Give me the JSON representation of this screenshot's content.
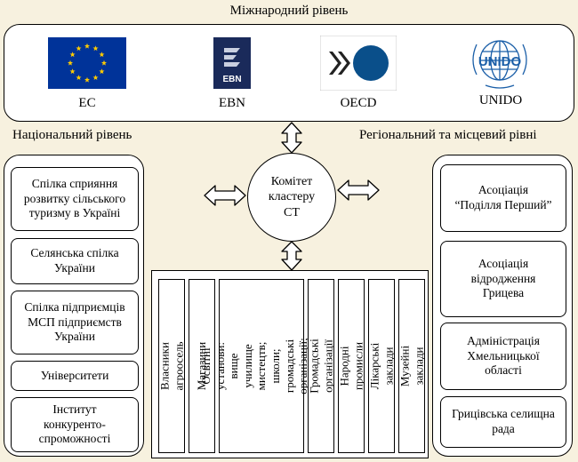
{
  "international": {
    "title": "Міжнародний рівень",
    "logos": [
      {
        "caption": "ЕС",
        "icon": "eu-flag-icon"
      },
      {
        "caption": "EBN",
        "icon": "ebn-logo-icon"
      },
      {
        "caption": "OECD",
        "icon": "oecd-logo-icon"
      },
      {
        "caption": "UNIDO",
        "icon": "unido-logo-icon"
      }
    ],
    "logo_text": {
      "ebn": "EBN",
      "unido": "UNIDO"
    }
  },
  "national": {
    "title": "Національний рівень",
    "items": [
      "Спілка сприяння\nрозвитку сільського\nтуризму в Україні",
      "Селянська спілка\nУкраїни",
      "Спілка підприємців\nМСП підприємств\nУкраїни",
      "Університети",
      "Інститут\nконкуренто-\nспроможності"
    ]
  },
  "regional": {
    "title": "Регіональний та місцевий рівні",
    "items": [
      "Асоціація\n“Поділля Перший”",
      "Асоціація\nвідродження\nГрицева",
      "Адміністрація\nХмельницької\nобласті",
      "Грицівська селищна\nрада"
    ]
  },
  "center": {
    "label": "Комітет\nкластеру\nСТ"
  },
  "local": {
    "items": [
      "Власники агроосель",
      "Магазини",
      "Освітні установи:\nвище училище мистецтв;\nшколи;\nгромадські організації;\nбібліотеки",
      "Громадські організації",
      "Народні промисли",
      "Лікарські заклади",
      "Музейні заклади"
    ]
  },
  "colors": {
    "background": "#f7f1df",
    "eu_blue": "#003399",
    "eu_star": "#ffcc00",
    "ebn_bg": "#1a2a5a",
    "oecd_blue": "#0a4f8a",
    "unido_blue": "#1b5fa8"
  }
}
